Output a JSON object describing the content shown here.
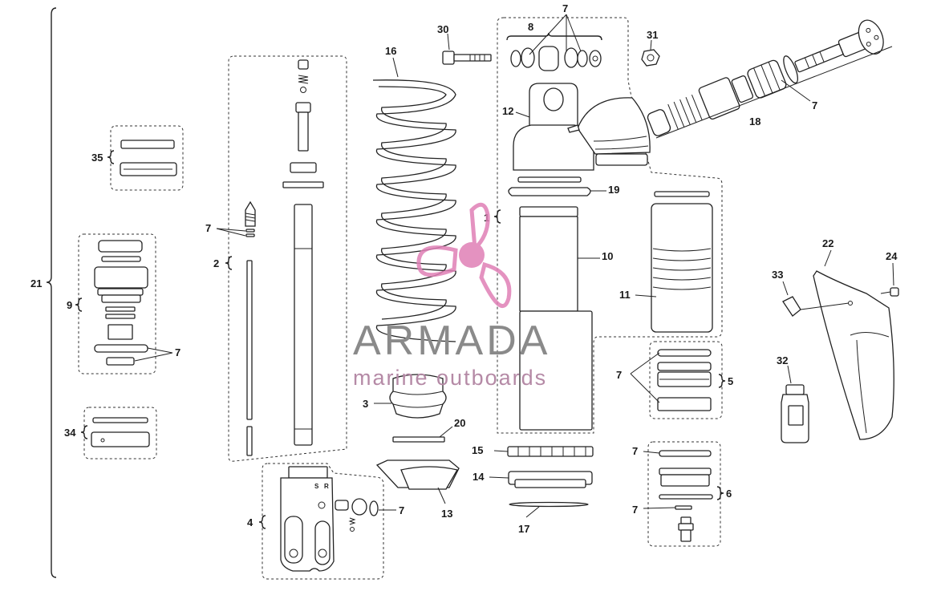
{
  "watermark": {
    "title": "ARMADA",
    "subtitle": "marine outboards",
    "logo_icon": "propeller-logo-icon",
    "logo_color": "#e07fb6"
  },
  "callouts": {
    "n1": "1",
    "n2": "2",
    "n3": "3",
    "n4": "4",
    "n5": "5",
    "n6": "6",
    "n7": "7",
    "n8": "8",
    "n9": "9",
    "n10": "10",
    "n11": "11",
    "n12": "12",
    "n13": "13",
    "n14": "14",
    "n15": "15",
    "n16": "16",
    "n17": "17",
    "n18": "18",
    "n19": "19",
    "n20": "20",
    "n21": "21",
    "n22": "22",
    "n24": "24",
    "n30": "30",
    "n31": "31",
    "n32": "32",
    "n33": "33",
    "n34": "34",
    "n35": "35"
  }
}
